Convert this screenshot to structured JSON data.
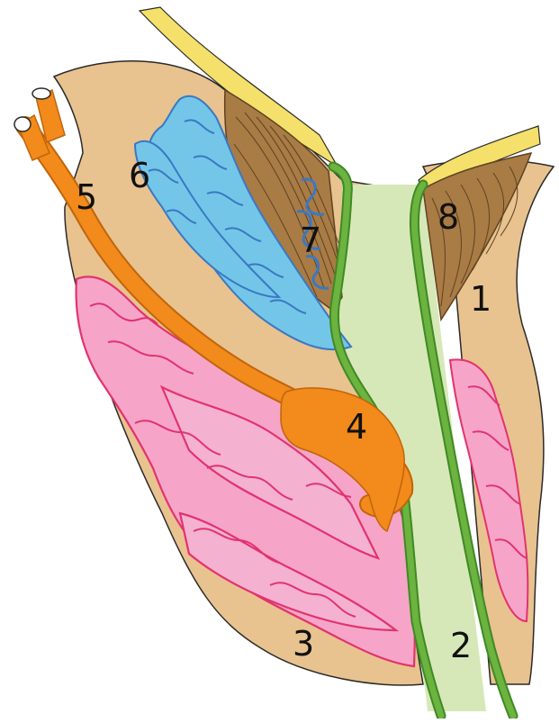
{
  "labels": {
    "l1": "1",
    "l2": "2",
    "l3": "3",
    "l4": "4",
    "l5": "5",
    "l6": "6",
    "l7": "7",
    "l8": "8"
  },
  "colors": {
    "tissue": "#e8c28f",
    "tissue_outline": "#2a2a2a",
    "lumen": "#d7e8b8",
    "mucosa": "#6cb33f",
    "mucosa_dark": "#3e8a24",
    "muscle": "#a97b45",
    "muscle_line": "#5e4221",
    "skin": "#f4e06b",
    "duct": "#f28a1c",
    "duct_dark": "#c0650a",
    "gland_blue": "#73c6e8",
    "gland_blue_edge": "#3a78c2",
    "gland_pink": "#f6a5c8",
    "gland_pink_edge": "#e2336f",
    "background": "#ffffff"
  }
}
